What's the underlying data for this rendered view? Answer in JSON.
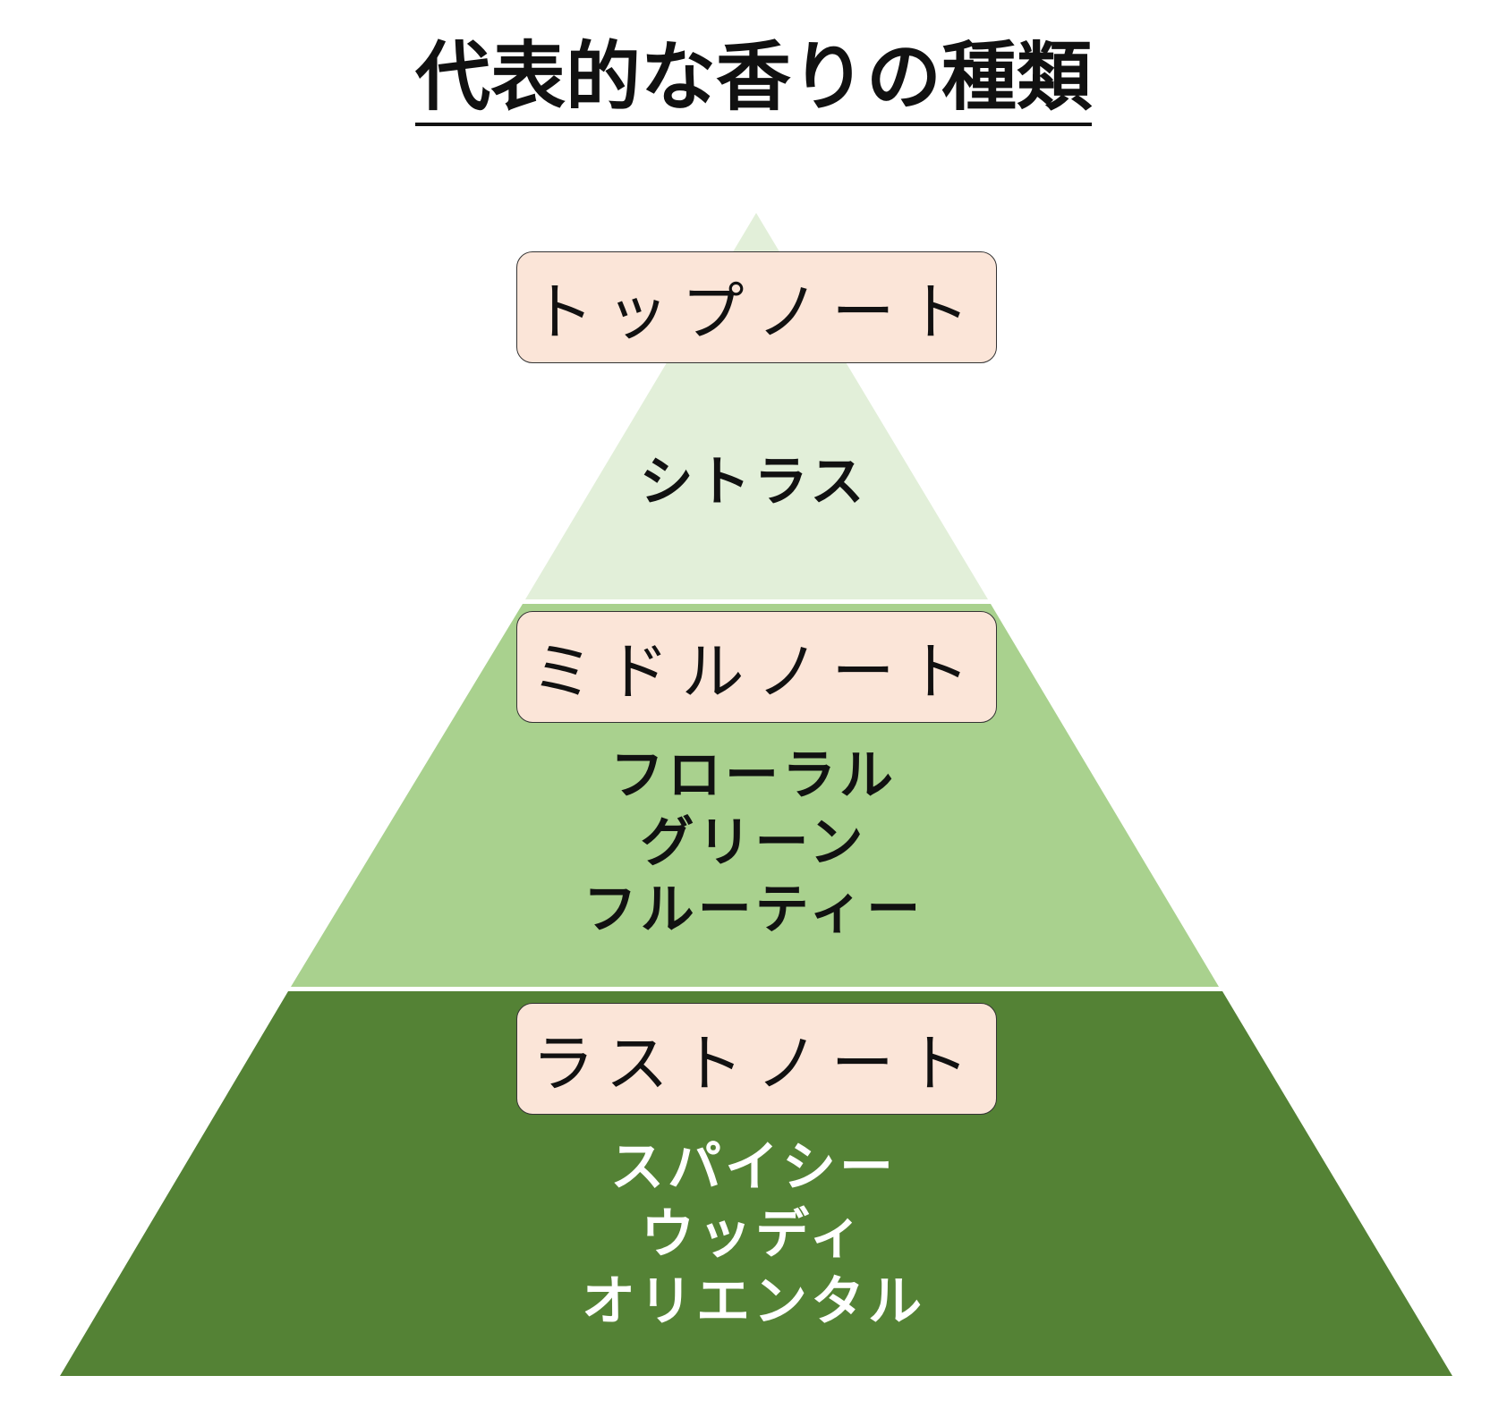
{
  "title": "代表的な香りの種類",
  "tiers": [
    {
      "label": "トップノート",
      "items": [
        "シトラス"
      ],
      "color": "#e2efd9"
    },
    {
      "label": "ミドルノート",
      "items": [
        "フローラル",
        "グリーン",
        "フルーティー"
      ],
      "color": "#a9d18e"
    },
    {
      "label": "ラストノート",
      "items": [
        "スパイシー",
        "ウッディ",
        "オリエンタル"
      ],
      "color": "#548235"
    }
  ],
  "box_color": "#fbe5d8"
}
